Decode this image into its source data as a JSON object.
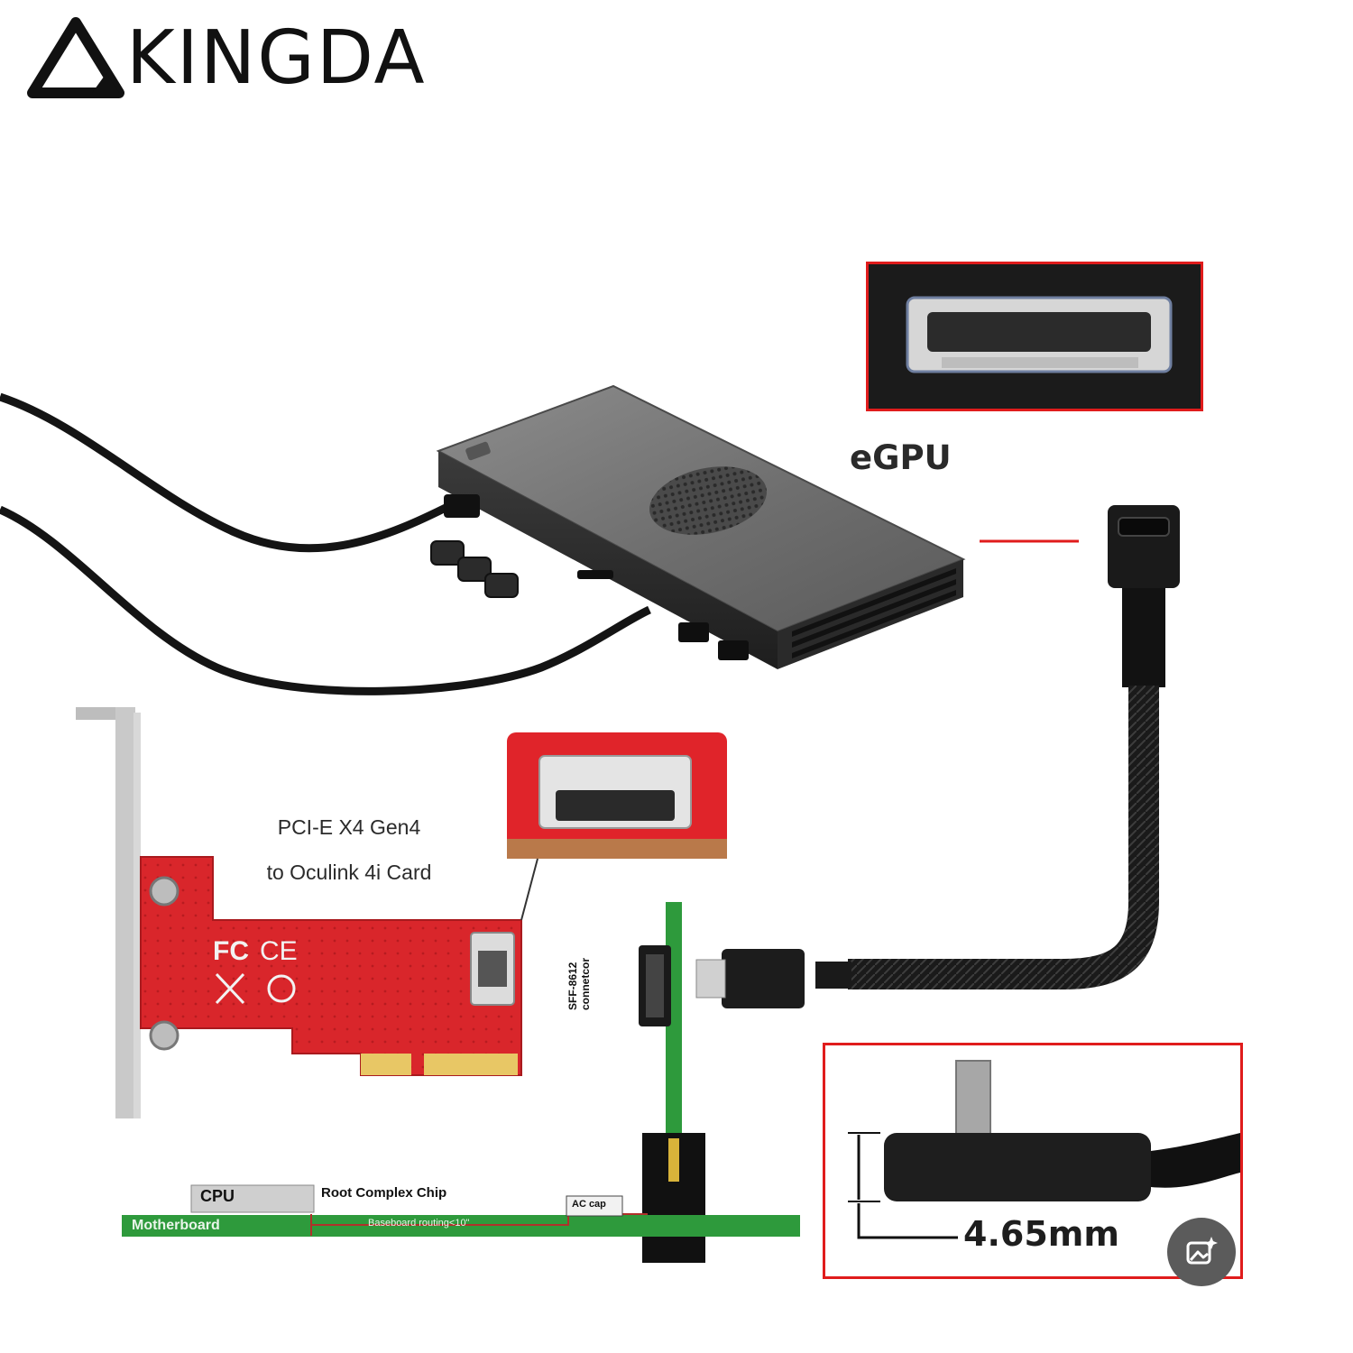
{
  "brand": {
    "name": "KINGDA"
  },
  "egpu": {
    "label": "eGPU"
  },
  "card": {
    "line1": "PCI-E X4 Gen4",
    "line2": "to Oculink 4i Card"
  },
  "board": {
    "cpu": "CPU",
    "root_complex": "Root Complex Chip",
    "motherboard": "Motherboard",
    "routing": "Baseboard routing<10\"",
    "ac_cap": "AC cap",
    "sff_line1": "SFF-8612",
    "sff_line2": "connetcor"
  },
  "dimension": {
    "label": "4.65mm"
  },
  "colors": {
    "callout": "#e01c1c",
    "pcb": "#e0242a",
    "board_green": "#2e9a3c",
    "text": "#1e1e1e"
  },
  "icons": {
    "brand_logo": "triangle-logo-icon",
    "float_button": "image-sparkle-icon"
  }
}
